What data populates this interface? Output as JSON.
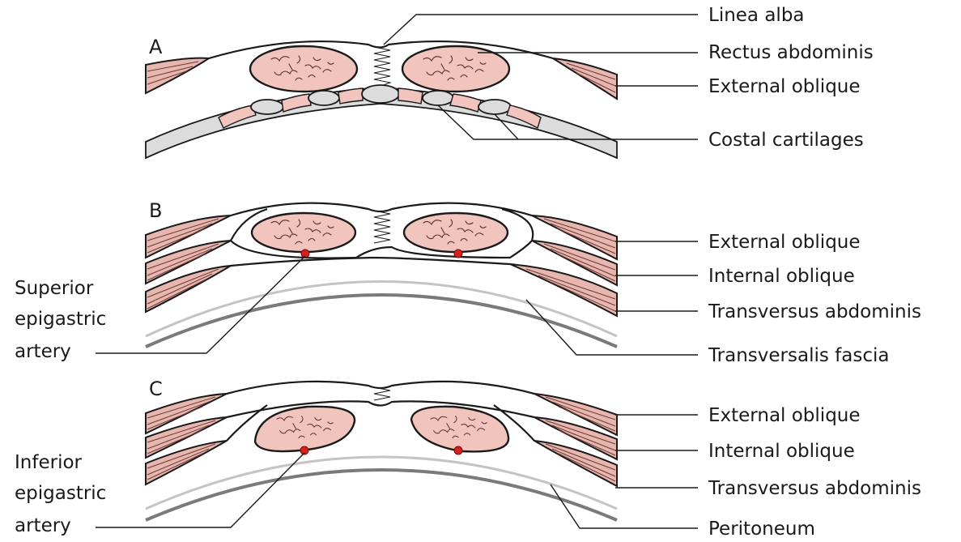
{
  "panels": {
    "a": {
      "letter": "A",
      "labels": [
        "Linea alba",
        "Rectus abdominis",
        "External oblique",
        "Costal cartilages"
      ]
    },
    "b": {
      "letter": "B",
      "labels": [
        "External oblique",
        "Internal oblique",
        "Transversus abdominis",
        "Transversalis fascia"
      ],
      "artery_label": [
        "Superior",
        "epigastric",
        "artery"
      ]
    },
    "c": {
      "letter": "C",
      "labels": [
        "External oblique",
        "Internal oblique",
        "Transversus abdominis",
        "Peritoneum"
      ],
      "artery_label": [
        "Inferior",
        "epigastric",
        "artery"
      ]
    }
  },
  "colors": {
    "muscle": "#f2c4be",
    "cartilage": "#dcdcdc",
    "artery": "#d62020",
    "outline": "#1a1a1a"
  }
}
